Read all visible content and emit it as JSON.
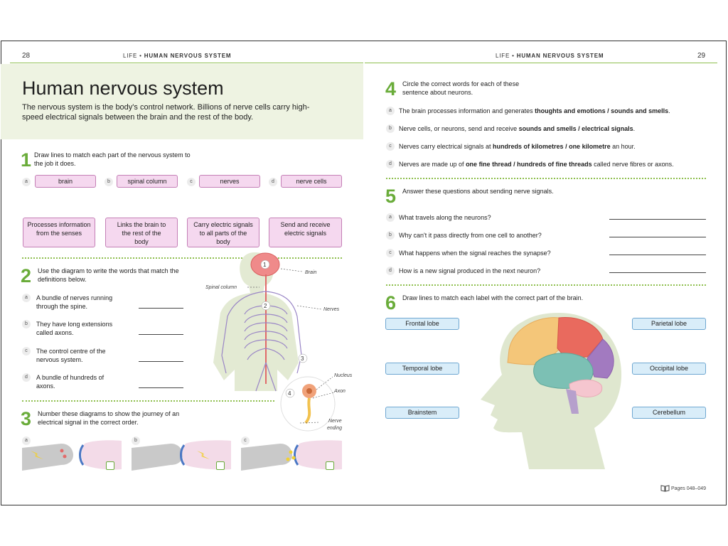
{
  "left_page": {
    "page_number": "28",
    "header_prefix": "LIFE",
    "header_sep": "•",
    "header_title": "HUMAN NERVOUS SYSTEM",
    "title": "Human nervous system",
    "intro": "The nervous system is the body's control network. Billions of nerve cells carry high-speed electrical signals between the brain and the rest of the body.",
    "q1": {
      "number": "1",
      "text": "Draw lines to match each part of the nervous system to the job it does.",
      "parts": [
        {
          "letter": "a",
          "label": "brain"
        },
        {
          "letter": "b",
          "label": "spinal column"
        },
        {
          "letter": "c",
          "label": "nerves"
        },
        {
          "letter": "d",
          "label": "nerve cells"
        }
      ],
      "jobs": [
        "Processes information from the senses",
        "Links the brain to the rest of the body",
        "Carry electric signals to all parts of the body",
        "Send and receive electric signals"
      ]
    },
    "q2": {
      "number": "2",
      "text": "Use the diagram to write the words that match the definitions below.",
      "items": [
        {
          "letter": "a",
          "text": "A bundle of nerves running through the spine."
        },
        {
          "letter": "b",
          "text": "They have long extensions called axons."
        },
        {
          "letter": "c",
          "text": "The control centre of the nervous system."
        },
        {
          "letter": "d",
          "text": "A bundle of hundreds of axons."
        }
      ],
      "diagram_labels": {
        "brain": "Brain",
        "spinal": "Spinal column",
        "nerves": "Nerves",
        "nucleus": "Nucleus",
        "axon": "Axon",
        "nerve_ending_1": "Nerve",
        "nerve_ending_2": "ending",
        "n1": "1",
        "n2": "2",
        "n3": "3",
        "n4": "4"
      }
    },
    "q3": {
      "number": "3",
      "text": "Number these diagrams to show the journey of an electrical signal in the correct order.",
      "letters": [
        "a",
        "b",
        "c"
      ]
    }
  },
  "right_page": {
    "page_number": "29",
    "header_prefix": "LIFE",
    "header_sep": "•",
    "header_title": "HUMAN NERVOUS SYSTEM",
    "q4": {
      "number": "4",
      "text": "Circle the correct words for each of these sentence about neurons.",
      "items": [
        {
          "letter": "a",
          "pre": "The brain processes information and generates ",
          "bold": "thoughts and emotions / sounds and smells",
          "post": "."
        },
        {
          "letter": "b",
          "pre": "Nerve cells, or neurons, send and receive ",
          "bold": "sounds and smells / electrical signals",
          "post": "."
        },
        {
          "letter": "c",
          "pre": "Nerves carry electrical signals at ",
          "bold": "hundreds of kilometres / one kilometre",
          "post": " an hour."
        },
        {
          "letter": "d",
          "pre": "Nerves are made up of ",
          "bold": "one fine thread / hundreds of fine threads",
          "post": " called nerve fibres or axons."
        }
      ]
    },
    "q5": {
      "number": "5",
      "text": "Answer these questions about sending nerve signals.",
      "items": [
        {
          "letter": "a",
          "text": "What travels along the neurons?"
        },
        {
          "letter": "b",
          "text": "Why can't it pass directly from one cell to another?"
        },
        {
          "letter": "c",
          "text": "What happens when the signal reaches the synapse?"
        },
        {
          "letter": "d",
          "text": "How is a new signal produced in the next neuron?"
        }
      ]
    },
    "q6": {
      "number": "6",
      "text": "Draw lines to match each label with the correct part of the brain.",
      "left_labels": [
        "Frontal lobe",
        "Temporal lobe",
        "Brainstem"
      ],
      "right_labels": [
        "Parietal lobe",
        "Occipital lobe",
        "Cerebellum"
      ]
    },
    "footer_ref": "Pages 048–049"
  },
  "colors": {
    "accent_green": "#6aac3a",
    "intro_bg": "#eef3e2",
    "pink_box": "#f5d8ef",
    "blue_box": "#d9edf9"
  },
  "icons": [
    "book-icon",
    "brain-illustration",
    "nervous-system-illustration",
    "neuron-illustration",
    "synapse-diagram"
  ]
}
